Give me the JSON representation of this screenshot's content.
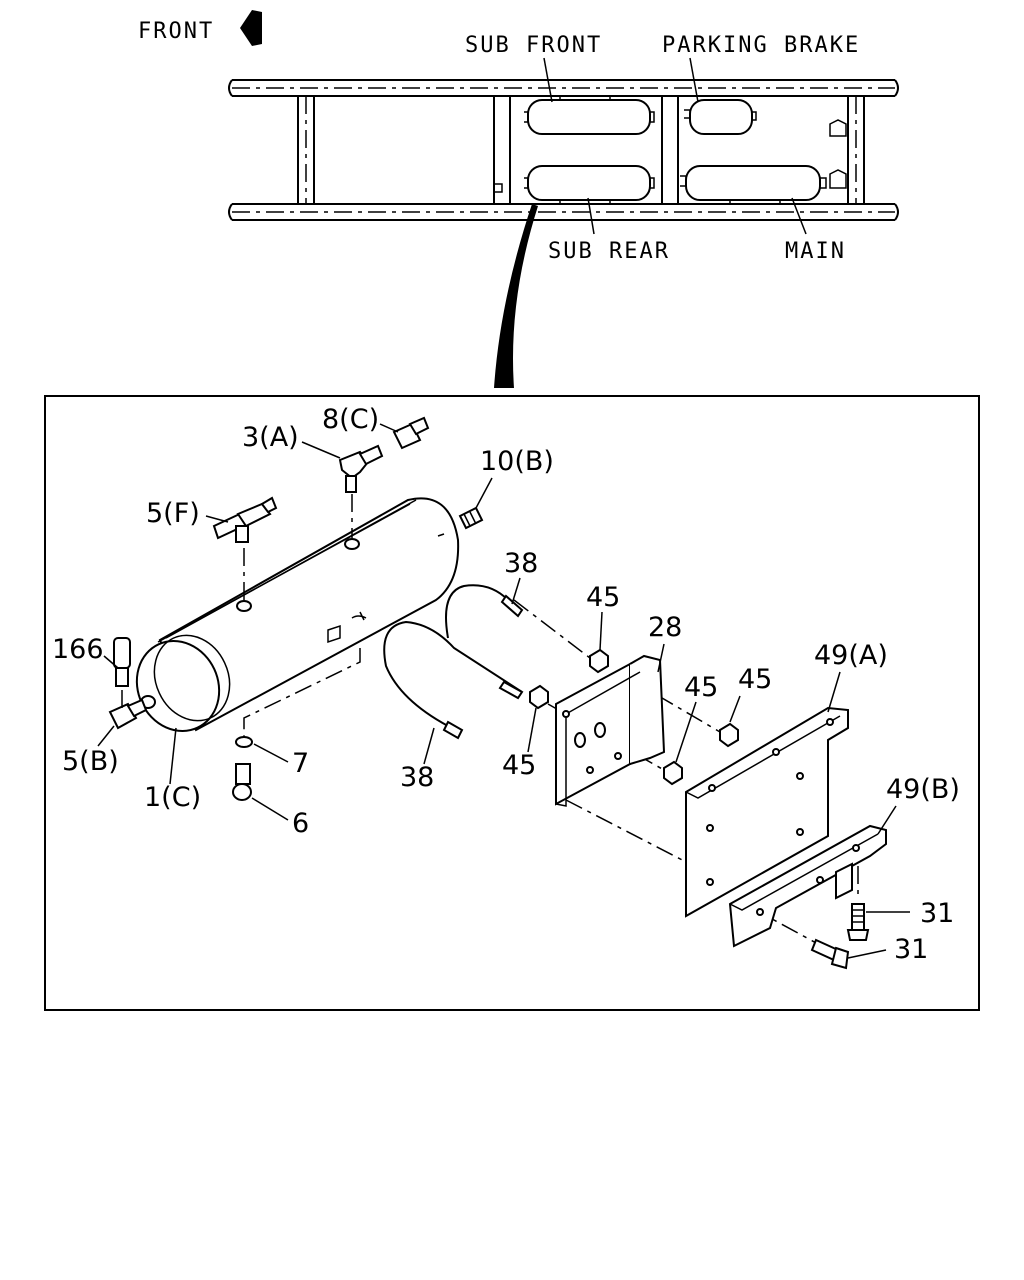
{
  "overview": {
    "front_label": "FRONT",
    "tank_labels": {
      "sub_front": "SUB FRONT",
      "parking_brake": "PARKING BRAKE",
      "sub_rear": "SUB REAR",
      "main": "MAIN"
    }
  },
  "callouts": {
    "c_8c": "8(C)",
    "c_3a": "3(A)",
    "c_10b": "10(B)",
    "c_5f": "5(F)",
    "c_38_top": "38",
    "c_45_a": "45",
    "c_28": "28",
    "c_49a": "49(A)",
    "c_166": "166",
    "c_45_b": "45",
    "c_45_c": "45",
    "c_5b": "5(B)",
    "c_7": "7",
    "c_1c": "1(C)",
    "c_38_bot": "38",
    "c_45_d": "45",
    "c_6": "6",
    "c_49b": "49(B)",
    "c_31_a": "31",
    "c_31_b": "31"
  }
}
